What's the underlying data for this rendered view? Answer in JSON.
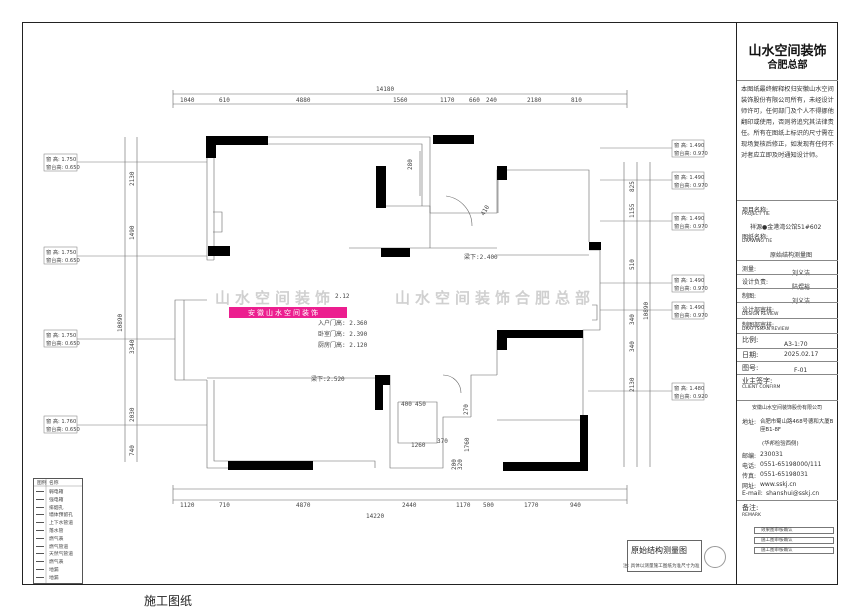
{
  "company": {
    "name": "山水空间装饰",
    "branch": "合肥总部"
  },
  "copyright_notice": "本图纸最终解释权归安徽山水空间装饰股份有限公司所有，未经设计师许可，任何部门及个人不得挪他翻印或使用，否则将追究其法律责任。所有在图纸上标识的尺寸需在现场复核后修正，如发现有任何不对者应立即及时通知设计师。",
  "title_block": {
    "project_name_label": "项目名称:",
    "project_name_sub": "PROJECT TIE",
    "project_name": "祥源●金港湾公馆51#602",
    "drawing_name_label": "图纸名称:",
    "drawing_name_sub": "DRAWING TIE",
    "drawing_name": "原始结构测量图",
    "measure_label": "测量:",
    "measure_value": "刘义洁",
    "designer_label": "设计负责:",
    "designer_value": "陆煜裕",
    "draftsman_label": "制图:",
    "draftsman_value": "刘义洁",
    "review_label": "设计部审核:",
    "review_sub": "DESIGN REVIEW",
    "drawing_review_label": "制图部审核:",
    "drawing_review_sub": "DRAFTSMAN REVIEW",
    "scale_label": "比例:",
    "scale_value": "A3-1:70",
    "date_label": "日期:",
    "date_value": "2025.02.17",
    "drawing_no_label": "图号:",
    "drawing_no_value": "F-01",
    "owner_sign_label": "业主签字:",
    "owner_sign_sub": "CLIENT CONFIRM",
    "company_full": "安徽山水空间装饰股份有限公司",
    "address_label": "地址:",
    "address_value": "合肥市蜀山路468号德和大厦B座B1-8F",
    "address_note": "(华邦检验西侧)",
    "postcode_label": "邮编:",
    "postcode_value": "230031",
    "phone_label": "电话:",
    "phone_value": "0551-65198000/111",
    "fax_label": "传真:",
    "fax_value": "0551-65198031",
    "url_label": "网址:",
    "url_value": "www.sskj.cn",
    "email_label": "E-mail:",
    "email_value": "shanshui@sskj.cn",
    "remark_label": "备注:",
    "remark_sub": "REMARK",
    "check_boxes": [
      "效果图审核确认",
      "施工图审核确认",
      "施工图审核确认"
    ]
  },
  "plan": {
    "total_top": "14180",
    "top_dims": [
      "1040",
      "610",
      "4880",
      "1560",
      "1170",
      "660",
      "240",
      "2180",
      "810"
    ],
    "total_bottom": "14220",
    "bottom_dims": [
      "1120",
      "710",
      "4870",
      "2440",
      "1170",
      "500",
      "1770",
      "940"
    ],
    "left_total": "10890",
    "left_dims": [
      "2130",
      "1490",
      "3340",
      "2030",
      "740"
    ],
    "right_total": "10890",
    "right_dims": [
      "825",
      "1155",
      "510",
      "340",
      "340",
      "2130"
    ],
    "beam_heights": [
      "梁下:2.400",
      "梁下:2.520"
    ],
    "door_heights": [
      "入户门高: 2.360",
      "卧室门高: 2.390",
      "厨房门高: 2.120"
    ],
    "kitchen_dims": [
      "400",
      "450",
      "270",
      "1260",
      "370",
      "1760"
    ],
    "misc_dims": [
      "280",
      "410",
      "200",
      "320"
    ],
    "floor_label": "2.12",
    "windows_left": [
      {
        "height": "窗  高: 1.750",
        "sill": "窗台高: 0.650"
      },
      {
        "height": "窗  高: 1.750",
        "sill": "窗台高: 0.650"
      },
      {
        "height": "窗  高: 1.750",
        "sill": "窗台高: 0.650"
      },
      {
        "height": "窗  高: 1.760",
        "sill": "窗台高: 0.650"
      }
    ],
    "windows_right": [
      {
        "height": "窗  高: 1.490",
        "sill": "窗台高: 0.970"
      },
      {
        "height": "窗  高: 1.490",
        "sill": "窗台高: 0.970"
      },
      {
        "height": "窗  高: 1.490",
        "sill": "窗台高: 0.970"
      },
      {
        "height": "窗  高: 1.490",
        "sill": "窗台高: 0.970"
      },
      {
        "height": "窗  高: 1.490",
        "sill": "窗台高: 0.970"
      },
      {
        "height": "窗  高: 1.480",
        "sill": "窗台高: 0.920"
      }
    ]
  },
  "watermark": {
    "left": "山水空间装饰",
    "right": "山水空间装饰合肥总部",
    "pink": "安徽山水空间装饰"
  },
  "legend": {
    "header": [
      "图例",
      "名称"
    ],
    "items": [
      "弱电箱",
      "强电箱",
      "排烟孔",
      "墙体预留孔",
      "上下水管道",
      "落水管",
      "燃气表",
      "燃气管道",
      "天然气管道",
      "燃气表",
      "地漏",
      "地漏"
    ]
  },
  "drawing_title": "原始结构测量图",
  "drawing_note": "注: 具体以测量施工图纸为准尺寸为准",
  "drawing_sheet": "施工图纸",
  "colors": {
    "wall": "#000000",
    "line": "#666666",
    "pink": "#ec1e8f"
  }
}
